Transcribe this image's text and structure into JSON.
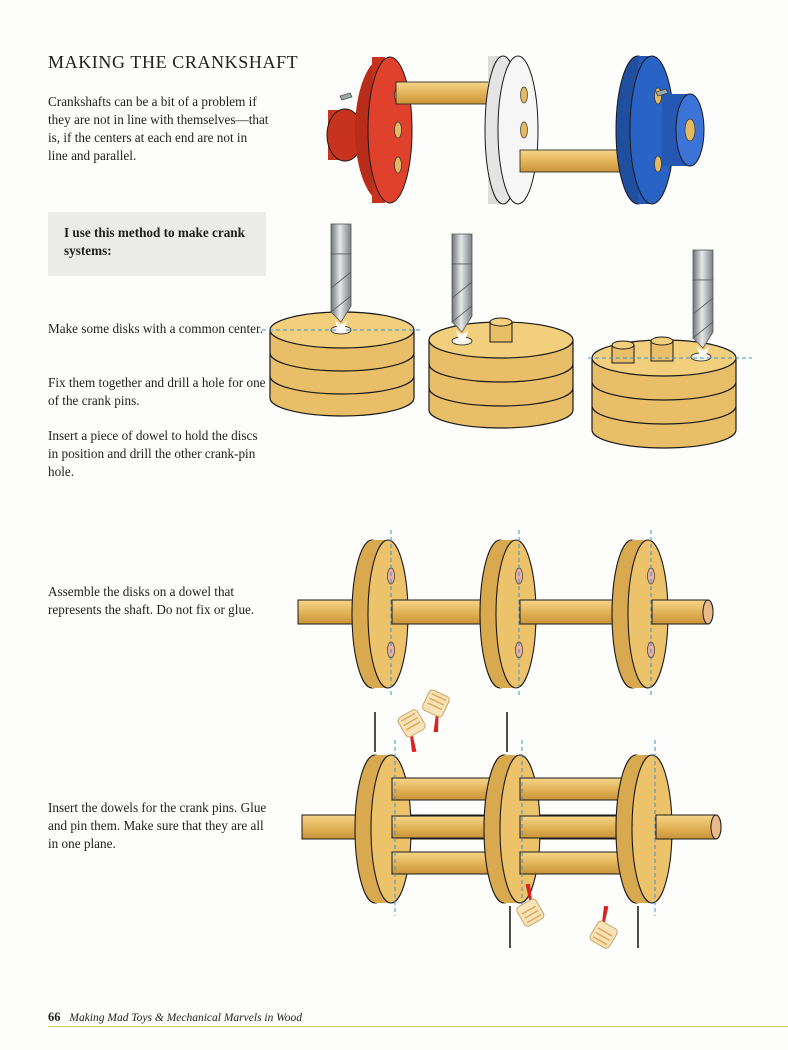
{
  "page": {
    "title": "MAKING THE CRANKSHAFT",
    "intro": "Crankshafts can be a bit of a problem if they are not in line with themselves—that is, if the centers at each end are not in line and parallel.",
    "callout": "I use this method to make crank systems:",
    "steps": [
      "Make some disks with a common center.",
      "Fix them together and drill a hole for one of the crank pins.",
      "Insert a piece of dowel to hold the discs in position and drill the other crank-pin hole.",
      "Assemble the disks on a dowel that represents the shaft. Do not fix or glue.",
      "Insert the dowels for the crank pins. Glue and pin them. Make sure that they are all in one plane."
    ],
    "footer": {
      "page_number": "66",
      "book_title": "Making Mad Toys & Mechanical Marvels in Wood"
    }
  },
  "colors": {
    "wood": "#e8bf68",
    "wood_edge": "#1a1a1a",
    "disk_red": "#e0412c",
    "disk_white": "#f4f4f4",
    "disk_blue": "#2a63c6",
    "drill": "#a8acb0",
    "centerline": "#3f8fd6",
    "glue_red": "#d92222",
    "footer_rule": "#d9c86a"
  },
  "icons": [
    "drill-bit-icon",
    "glue-bottle-icon"
  ]
}
